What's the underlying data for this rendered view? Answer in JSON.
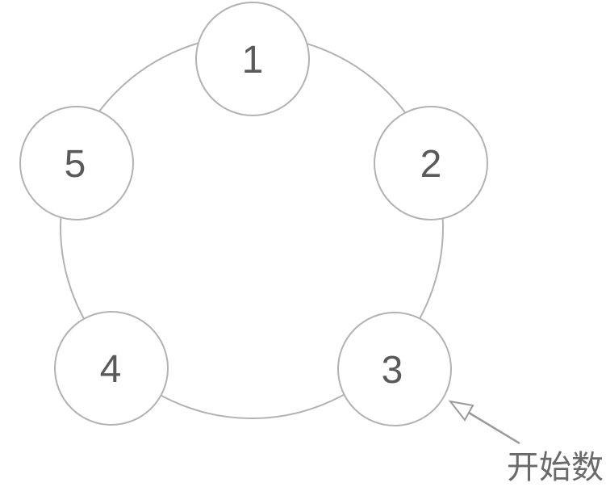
{
  "diagram": {
    "type": "circular-counting-diagram",
    "nodes": [
      {
        "label": "1"
      },
      {
        "label": "2"
      },
      {
        "label": "3"
      },
      {
        "label": "4"
      },
      {
        "label": "5"
      }
    ],
    "annotation": {
      "label": "开始数",
      "points_to_node": "3"
    },
    "colors": {
      "outline": "#b2b2b2",
      "node_fill": "#ffffff",
      "digit": "#5a5a5a",
      "arrow": "#9a9a9a",
      "annotation_text": "#6a6a6a",
      "background": "#ffffff"
    }
  }
}
